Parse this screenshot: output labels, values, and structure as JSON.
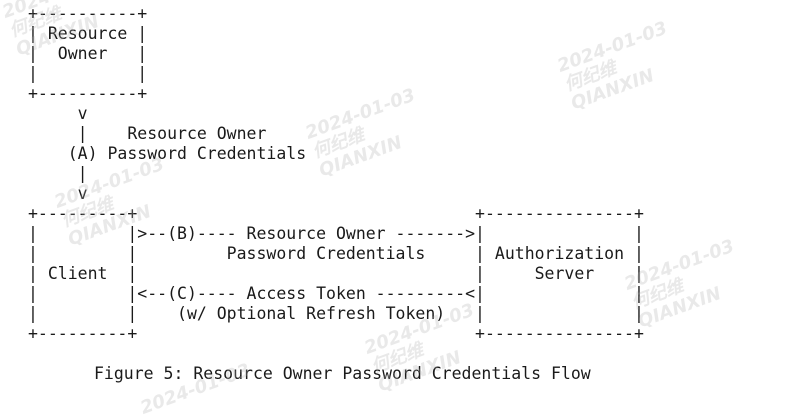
{
  "diagram": {
    "lines": [
      "+----------+",
      "| Resource |",
      "|  Owner   |",
      "|          |",
      "+----------+",
      "     v",
      "     |    Resource Owner",
      "    (A) Password Credentials",
      "     |",
      "     v",
      "+---------+                                  +---------------+",
      "|         |>--(B)---- Resource Owner ------->|               |",
      "|         |         Password Credentials     | Authorization |",
      "| Client  |                                  |     Server    |",
      "|         |<--(C)---- Access Token ---------<|               |",
      "|         |    (w/ Optional Refresh Token)   |               |",
      "+---------+                                  +---------------+"
    ],
    "caption": "Figure 5: Resource Owner Password Credentials Flow"
  },
  "watermark": {
    "date": "2024-01-03",
    "name": "何纪维",
    "org": "QIANXIN"
  }
}
